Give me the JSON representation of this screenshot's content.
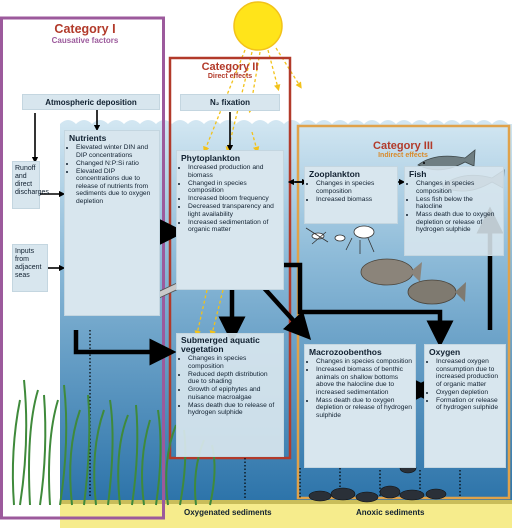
{
  "categories": {
    "cat1": {
      "title": "Category I",
      "subtitle": "Causative factors"
    },
    "cat2": {
      "title": "Category II",
      "subtitle": "Direct effects"
    },
    "cat3": {
      "title": "Category III",
      "subtitle": "Indirect effects"
    }
  },
  "headers": {
    "atmospheric": "Atmospheric deposition",
    "n2": "N₂ fixation"
  },
  "side_labels": {
    "runoff": [
      "Runoff",
      "and",
      "direct",
      "discharges"
    ],
    "inputs": [
      "Inputs",
      "from",
      "adjacent",
      "seas"
    ]
  },
  "boxes": {
    "nutrients": {
      "title": "Nutrients",
      "items": [
        "Elevated winter DIN and DIP concentrations",
        "Changed N:P:Si ratio",
        "Elevated DIP concentrations due to release of nutrients from sediments due to oxygen depletion"
      ]
    },
    "phytoplankton": {
      "title": "Phytoplankton",
      "items": [
        "Increased production and biomass",
        "Changed in species composition",
        "Increased bloom frequency",
        "Decreased transparency and light availability",
        "Increased sedimentation of organic matter"
      ]
    },
    "zooplankton": {
      "title": "Zooplankton",
      "items": [
        "Changes in species composition",
        "Increased biomass"
      ]
    },
    "fish": {
      "title": "Fish",
      "items": [
        "Changes in species composition",
        "Less fish below the halocline",
        "Mass death due to oxygen depletion or release of hydrogen sulphide"
      ]
    },
    "submerged": {
      "title": "Submerged aquatic vegetation",
      "items": [
        "Changes in species composition",
        "Reduced depth distribution due to shading",
        "Growth of epiphytes and nuisance macroalgae",
        "Mass death due to release of hydrogen sulphide"
      ]
    },
    "macrozoobenthos": {
      "title": "Macrozoobenthos",
      "items": [
        "Changes in species composition",
        "Increased biomass of benthic animals on shallow bottoms above the halocline due to increased sedimentation",
        "Mass death due to oxygen depletion or release of hydrogen sulphide"
      ]
    },
    "oxygen": {
      "title": "Oxygen",
      "items": [
        "Increased oxygen consumption due to increased production of organic matter",
        "Oxygen depletion",
        "Formation or release of hydrogen sulphide"
      ]
    }
  },
  "sediments": {
    "oxygenated": "Oxygenated sediments",
    "anoxic": "Anoxic sediments"
  },
  "colors": {
    "cat1": "#9c5a9c",
    "cat2": "#b23a2a",
    "cat3": "#e0a24a",
    "water_top": "#cfe4f0",
    "water_bottom": "#2f78ad",
    "box": "#d8e6ee",
    "sediment": "#f6ec8c",
    "sun": "#ffe41a"
  },
  "icons": [
    "sun-icon",
    "fish-icon",
    "flatfish-icon",
    "zooplankton-icon",
    "phytoplankton-icon",
    "seagrass-icon",
    "mussels-icon",
    "pipe-icon"
  ]
}
